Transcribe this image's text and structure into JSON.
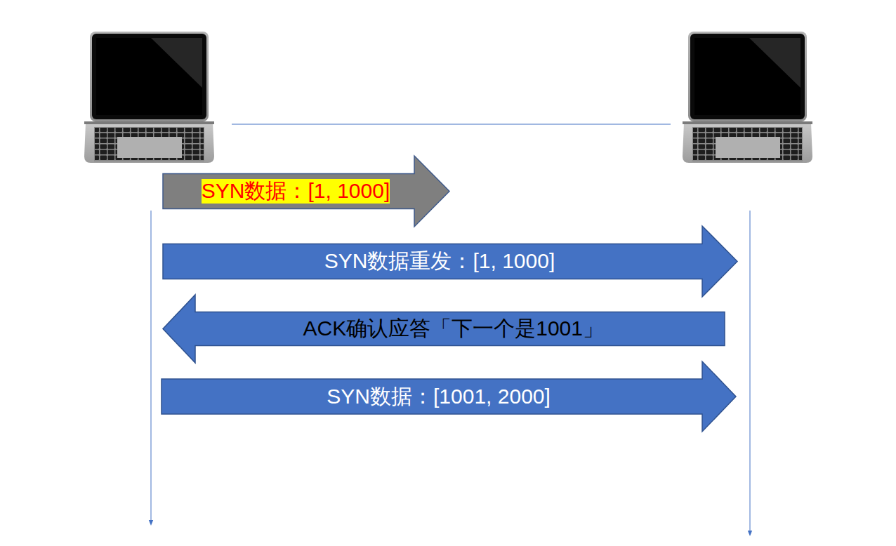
{
  "diagram": {
    "nodes": [
      {
        "text": [
          "SYN数据：[1, 1000]"
        ]
      },
      {
        "text": [
          "SYN数据重发：[1, 1000]"
        ]
      },
      {
        "text": [
          "ACK确认应答「下一个是1001」"
        ]
      },
      {
        "text": [
          "SYN数据：[1001, 2000]"
        ]
      }
    ]
  }
}
